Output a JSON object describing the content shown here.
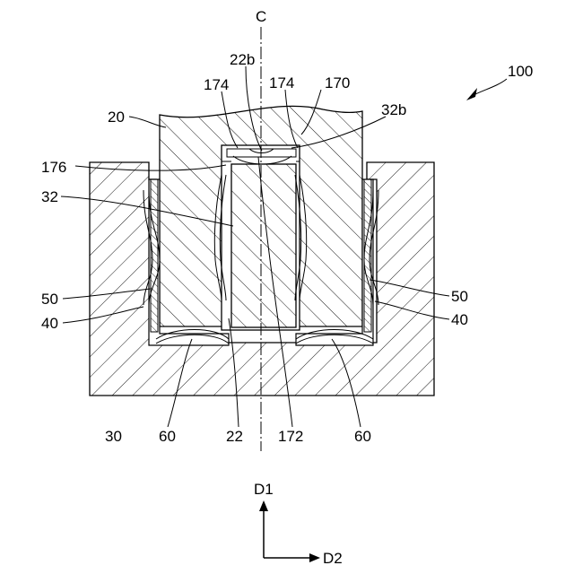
{
  "labels": {
    "c": "C",
    "l100": "100",
    "l20": "20",
    "l176": "176",
    "l32": "32",
    "l50_left": "50",
    "l40_left": "40",
    "l30": "30",
    "l60_left": "60",
    "l22": "22",
    "l172": "172",
    "l60_right": "60",
    "l50_right": "50",
    "l40_right": "40",
    "l22b": "22b",
    "l174_left": "174",
    "l174_right": "174",
    "l170": "170",
    "l32b": "32b",
    "d1": "D1",
    "d2": "D2"
  }
}
